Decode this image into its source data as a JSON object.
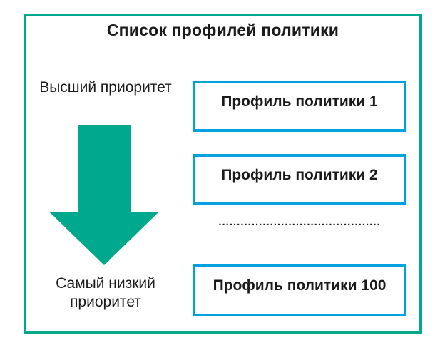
{
  "diagram": {
    "title": "Список профилей политики",
    "priority": {
      "highest_label": "Высший приоритет",
      "lowest_label": "Самый низкий приоритет",
      "arrow_direction": "down"
    },
    "profiles": {
      "items": [
        "Профиль политики 1",
        "Профиль политики 2",
        "Профиль политики 100"
      ],
      "ellipsis": "............................................"
    },
    "colors": {
      "teal": "#00A88E",
      "blue": "#00A1E0",
      "text": "#1A1A1A"
    }
  }
}
